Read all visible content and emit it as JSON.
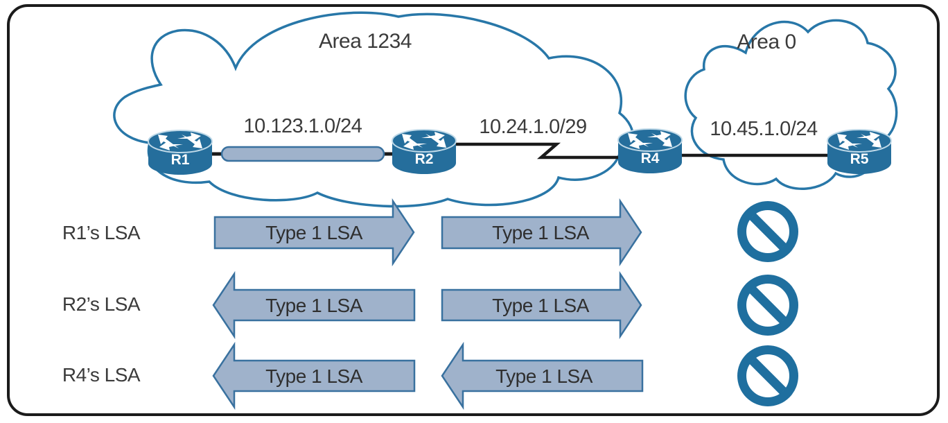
{
  "theme": {
    "background": "#ffffff",
    "border_color": "#1b1b1b",
    "cloud_stroke": "#2877a8",
    "router_fill": "#256e9c",
    "router_top_stroke": "#bfd9e8",
    "arrow_fill": "#9fb2cb",
    "arrow_stroke": "#39719f",
    "link_color": "#1a1a1a",
    "prohibited_color": "#1f6f9f",
    "text_color": "#3b3b3b"
  },
  "areas": [
    {
      "label": "Area 1234"
    },
    {
      "label": "Area 0"
    }
  ],
  "routers": [
    {
      "name": "R1"
    },
    {
      "name": "R2"
    },
    {
      "name": "R4"
    },
    {
      "name": "R5"
    }
  ],
  "links": [
    {
      "subnet": "10.123.1.0/24",
      "endpoints": "R1-R2",
      "media": "ethernet-segment"
    },
    {
      "subnet": "10.24.1.0/29",
      "endpoints": "R2-R4",
      "media": "serial"
    },
    {
      "subnet": "10.45.1.0/24",
      "endpoints": "R4-R5",
      "media": "ethernet"
    }
  ],
  "lsa_rows": [
    {
      "label": "R1’s LSA",
      "segment1": {
        "label": "Type 1 LSA",
        "direction": "right"
      },
      "segment2": {
        "label": "Type 1 LSA",
        "direction": "right"
      },
      "area0": "blocked"
    },
    {
      "label": "R2’s LSA",
      "segment1": {
        "label": "Type 1 LSA",
        "direction": "left"
      },
      "segment2": {
        "label": "Type 1 LSA",
        "direction": "right"
      },
      "area0": "blocked"
    },
    {
      "label": "R4’s LSA",
      "segment1": {
        "label": "Type 1 LSA",
        "direction": "left"
      },
      "segment2": {
        "label": "Type 1 LSA",
        "direction": "left"
      },
      "area0": "blocked"
    }
  ]
}
